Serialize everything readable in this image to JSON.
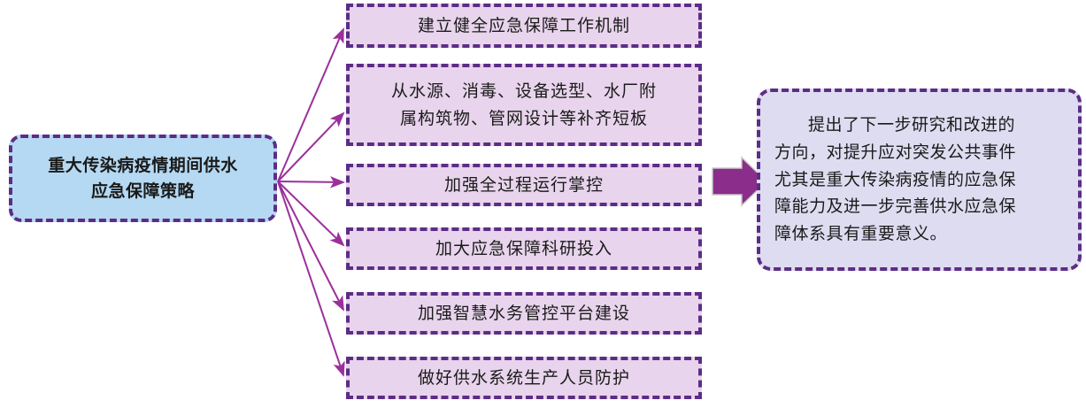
{
  "diagram": {
    "type": "flow-diagram",
    "source": {
      "label_lines": [
        "重大传染病疫情期间供水",
        "应急保障策略"
      ],
      "fill_color": "#b5d9f2",
      "border_color": "#5c2d87"
    },
    "strategies": [
      {
        "id": 1,
        "lines": [
          "建立健全应急保障工作机制"
        ]
      },
      {
        "id": 2,
        "lines": [
          "从水源、消毒、设备选型、水厂附",
          "属构筑物、管网设计等补齐短板"
        ]
      },
      {
        "id": 3,
        "lines": [
          "加强全过程运行掌控"
        ]
      },
      {
        "id": 4,
        "lines": [
          "加大应急保障科研投入"
        ]
      },
      {
        "id": 5,
        "lines": [
          "加强智慧水务管控平台建设"
        ]
      },
      {
        "id": 6,
        "lines": [
          "做好供水系统生产人员防护"
        ]
      }
    ],
    "strategy_fill_color": "#e8d4ec",
    "conclusion": {
      "lines": [
        "提出了下一步研究和改进的",
        "方向，对提升应对突发公共事件",
        "尤其是重大传染病疫情的应急保",
        "障能力及进一步完善供水应急保",
        "障体系具有重要意义。"
      ],
      "fill_color": "#dedcf0",
      "border_color": "#5c2d87"
    },
    "connector_color": "#9b309b",
    "block_arrow_color": "#8b2d8b"
  }
}
